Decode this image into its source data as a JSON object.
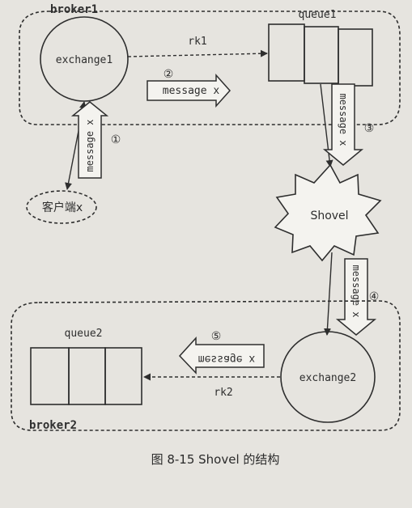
{
  "broker1": {
    "label": "broker1"
  },
  "broker2": {
    "label": "broker2"
  },
  "exchange1": {
    "label": "exchange1"
  },
  "exchange2": {
    "label": "exchange2"
  },
  "queue1": {
    "label": "queue1"
  },
  "queue2": {
    "label": "queue2"
  },
  "client": {
    "label": "客户端x"
  },
  "shovel": {
    "label": "Shovel"
  },
  "routing": {
    "rk1": "rk1",
    "rk2": "rk2"
  },
  "message": "message x",
  "steps": {
    "s1": "①",
    "s2": "②",
    "s3": "③",
    "s4": "④",
    "s5": "⑤"
  },
  "caption": "图 8-15   Shovel 的结构",
  "colors": {
    "background": "#e6e4df",
    "ink": "#2e2e2e",
    "arrow_fill": "#f4f3ef"
  }
}
